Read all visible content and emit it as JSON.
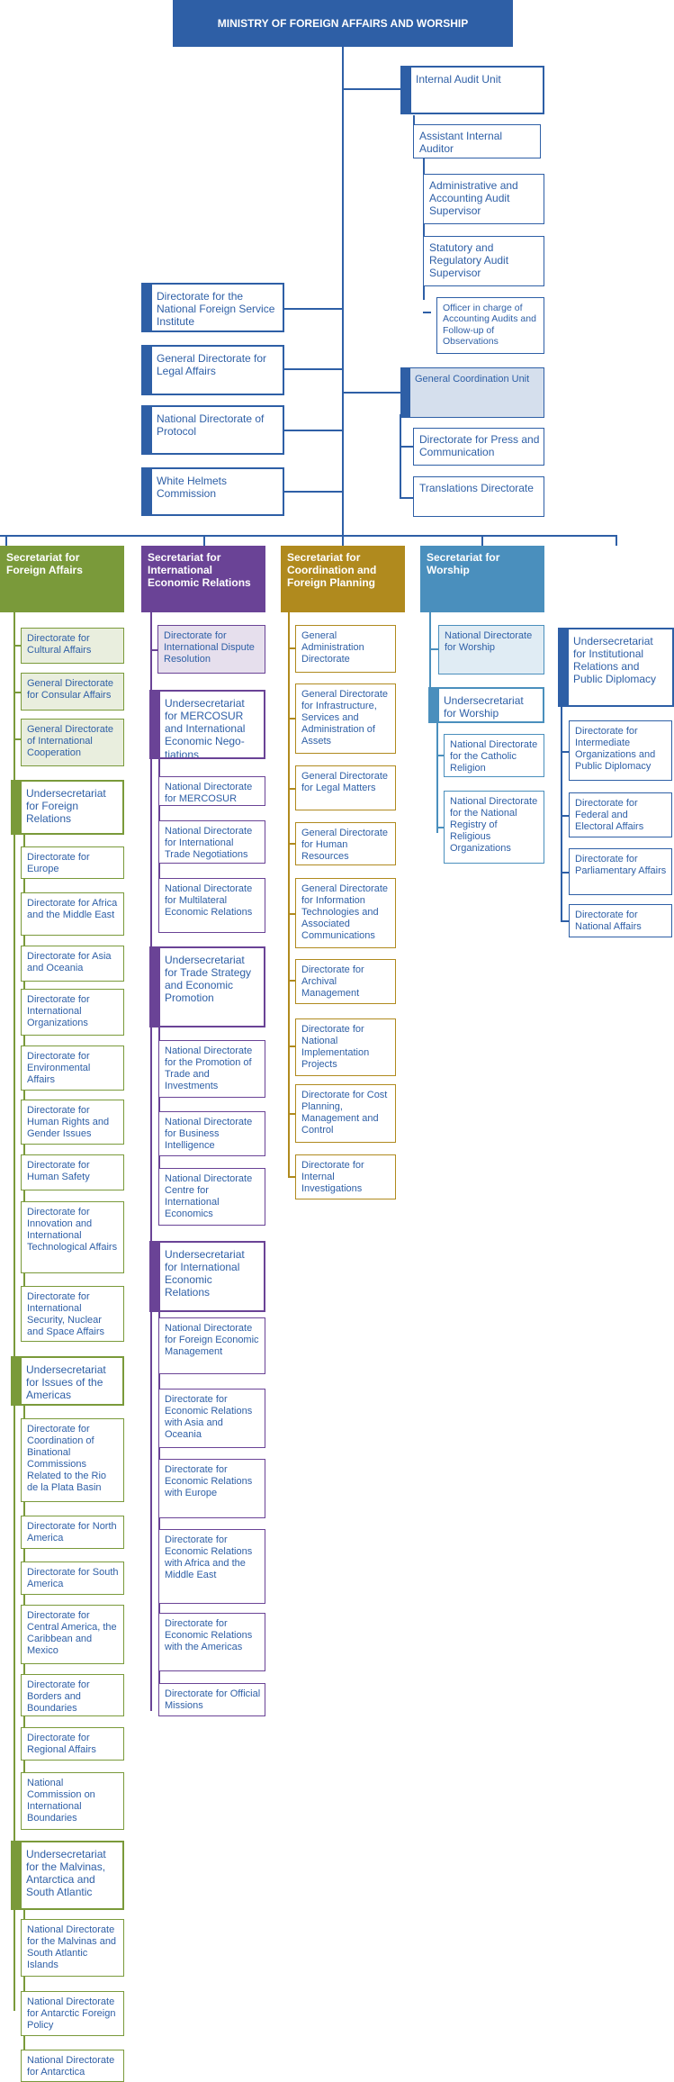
{
  "colors": {
    "ministry": "#2e5fa6",
    "foreign_affairs": "#7a9a3a",
    "economic": "#6a4396",
    "coordination": "#b08a1e",
    "worship": "#4a8fbd",
    "text": "#2e5fa6"
  },
  "ministry": {
    "title": "MINISTRY OF FOREIGN AFFAIRS AND WORSHIP"
  },
  "right_units": [
    "Internal Audit Unit",
    "Assistant Internal Auditor",
    "Administrative and Accounting Audit Supervisor",
    "Statutory and Regulatory Audit Supervisor",
    "Officer in charge of Accounting Audits and Follow-up of Observations",
    "General Coordination Unit",
    "Directorate for Press and Communication",
    "Translations Directorate"
  ],
  "left_units": [
    "Directorate for the National Foreign Service Institute",
    "General Directorate for Legal Affairs",
    "National Directorate of Protocol",
    "White Helmets Commission"
  ],
  "secretariats": {
    "foreign_affairs": {
      "title": "Secretariat for Foreign Affairs",
      "directorates": [
        "Directorate for Cultural Affairs",
        "General Directorate for Consular Affairs",
        "General Directorate of International Cooperation"
      ],
      "under_relations": {
        "title": "Undersecretariat for Foreign Relations",
        "items": [
          "Directorate for Europe",
          "Directorate for Africa and the Middle East",
          "Directorate for Asia and Oceania",
          "Directorate for International Organizations",
          "Directorate for Environmental Affairs",
          "Directorate for Human Rights and Gender Issues",
          "Directorate for Human Safety",
          "Directorate for Innovation and International Technological Affairs",
          "Directorate for International Security,  Nuclear and Space Affairs"
        ]
      },
      "under_americas": {
        "title": "Undersecretariat for Issues of the Americas",
        "items": [
          "Directorate for Coordination of Binational Commissions Related to the Rio de la Plata Basin",
          "Directorate for North America",
          "Directorate for South America",
          "Directorate for Central America, the Caribbean and Mexico",
          "Directorate for Borders and Boundaries",
          "Directorate for Regional Affairs",
          "National Commission on International Boundaries"
        ]
      },
      "under_malvinas": {
        "title": "Undersecretariat for the Malvinas, Antarctica and South Atlantic",
        "items": [
          "National Directorate for the Malvinas and South Atlantic Islands",
          "National Directorate for Antarctic Foreign Policy",
          "National Directorate for Antarctica"
        ]
      }
    },
    "economic": {
      "title": "Secretariat for International Economic Relations",
      "directorates": [
        "Directorate for International Dispute Resolution"
      ],
      "under_mercosur": {
        "title": "Undersecretariat for MERCOSUR and International Economic Nego-tiations",
        "items": [
          "National Directorate for MERCOSUR",
          "National Directorate for International Trade Negotiations",
          "National Directorate for Multilateral Economic Relations"
        ]
      },
      "under_trade": {
        "title": "Undersecretariat for Trade Strategy and Economic Promotion",
        "items": [
          "National Directorate for the Promotion of Trade and Investments",
          "National Directorate for Business Intelligence",
          "National Directorate Centre for International Economics"
        ]
      },
      "under_intl": {
        "title": "Undersecretariat for International Economic Relations",
        "items": [
          "National Directorate for Foreign Economic Management",
          "Directorate for Economic Relations with Asia and Oceania",
          "Directorate for Economic Relations with Europe",
          "Directorate for Economic Relations with Africa and the Middle East",
          "Directorate for Economic Relations with the Americas",
          "Directorate for Official Missions"
        ]
      }
    },
    "coordination": {
      "title": "Secretariat for Coordination and Foreign Planning",
      "items": [
        "General Administration Directorate",
        "General Directorate for Infrastructure, Services and Administration of Assets",
        "General Directorate for Legal Matters",
        "General Directorate for Human Resources",
        "General Directorate for Information Technologies and Associated Communications",
        "Directorate for Archival Management",
        "Directorate for National Implementation Projects",
        "Directorate for Cost Planning, Management and Control",
        "Directorate for Internal Investigations"
      ]
    },
    "worship": {
      "title": "Secretariat for Worship",
      "directorates": [
        "National Directorate for Worship"
      ],
      "under_worship": {
        "title": "Undersecretariat for Worship",
        "items": [
          "National Directorate for the Catholic Religion",
          "National Directorate for the National Registry of Religious Organizations"
        ]
      }
    }
  },
  "institutional": {
    "title": "Undersecretariat for Institutional Relations and Public Diplomacy",
    "items": [
      "Directorate for Intermediate Organizations and Public Diplomacy",
      "Directorate for Federal and Electoral Affairs",
      "Directorate for Parliamentary Affairs",
      "Directorate for National Affairs"
    ]
  }
}
